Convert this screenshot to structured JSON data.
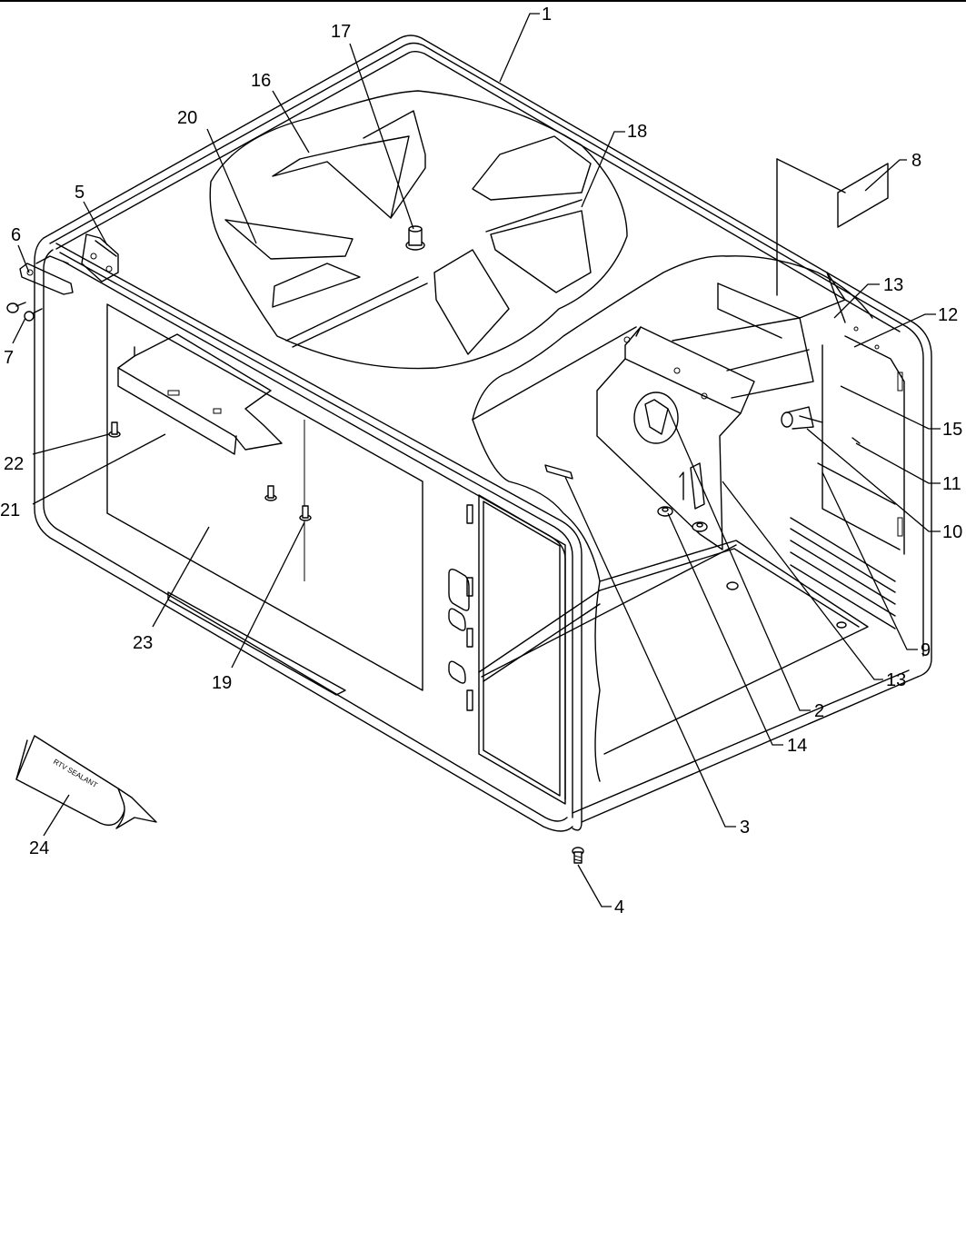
{
  "diagram": {
    "callouts": [
      {
        "id": "c1",
        "label": "1"
      },
      {
        "id": "c2",
        "label": "2"
      },
      {
        "id": "c3",
        "label": "3"
      },
      {
        "id": "c4",
        "label": "4"
      },
      {
        "id": "c5",
        "label": "5"
      },
      {
        "id": "c6",
        "label": "6"
      },
      {
        "id": "c7",
        "label": "7"
      },
      {
        "id": "c8",
        "label": "8"
      },
      {
        "id": "c9",
        "label": "9"
      },
      {
        "id": "c10",
        "label": "10"
      },
      {
        "id": "c11",
        "label": "11"
      },
      {
        "id": "c12",
        "label": "12"
      },
      {
        "id": "c13a",
        "label": "13"
      },
      {
        "id": "c13b",
        "label": "13"
      },
      {
        "id": "c14",
        "label": "14"
      },
      {
        "id": "c15",
        "label": "15"
      },
      {
        "id": "c16",
        "label": "16"
      },
      {
        "id": "c17",
        "label": "17"
      },
      {
        "id": "c18",
        "label": "18"
      },
      {
        "id": "c19",
        "label": "19"
      },
      {
        "id": "c20",
        "label": "20"
      },
      {
        "id": "c21",
        "label": "21"
      },
      {
        "id": "c22",
        "label": "22"
      },
      {
        "id": "c23",
        "label": "23"
      },
      {
        "id": "c24",
        "label": "24"
      }
    ]
  }
}
